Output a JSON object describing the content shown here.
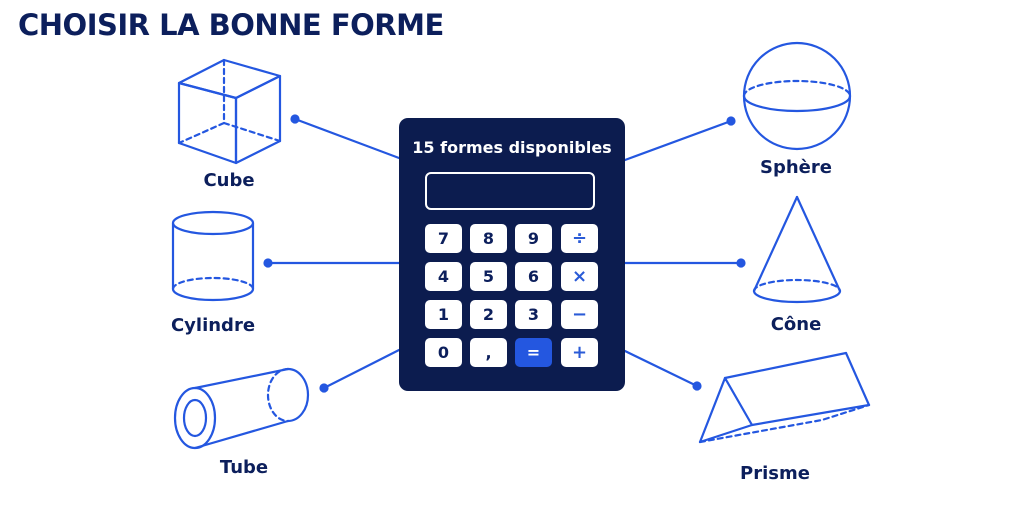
{
  "title": "CHOISIR LA BONNE FORME",
  "calculator": {
    "caption": "15 formes disponibles",
    "keys": [
      "7",
      "8",
      "9",
      "÷",
      "4",
      "5",
      "6",
      "×",
      "1",
      "2",
      "3",
      "−",
      "0",
      ",",
      "=",
      "+"
    ]
  },
  "shapes": {
    "cube": "Cube",
    "cylinder": "Cylindre",
    "tube": "Tube",
    "sphere": "Sphère",
    "cone": "Cône",
    "prism": "Prisme"
  },
  "colors": {
    "navy": "#0c1f5c",
    "calculator": "#0c1c4f",
    "accent": "#2457e0"
  }
}
